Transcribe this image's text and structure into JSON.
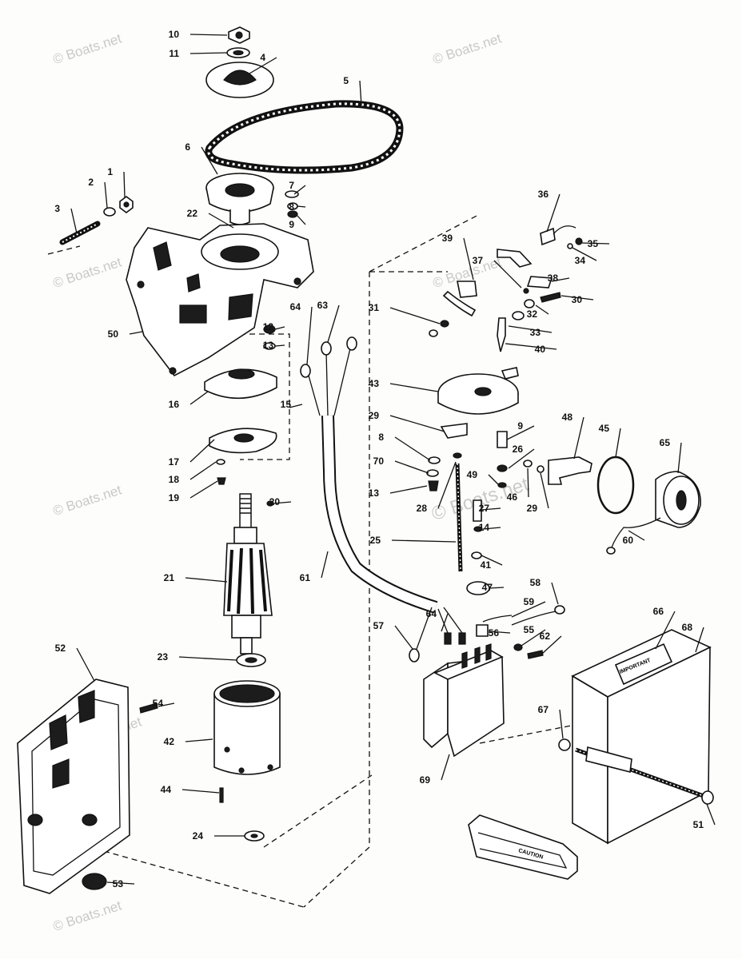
{
  "watermarks": [
    {
      "text": "© Boats.net",
      "size": 17
    },
    {
      "text": "© Boats.net",
      "size": 17
    },
    {
      "text": "© Boats.net",
      "size": 17
    },
    {
      "text": "© Boats.net",
      "size": 17
    },
    {
      "text": "© Boats.net",
      "size": 17
    },
    {
      "text": "© Boats.net",
      "size": 24
    },
    {
      "text": "© Boats.net",
      "size": 17
    },
    {
      "text": "© Boats.net",
      "size": 17
    },
    {
      "text": "© Boats.net",
      "size": 17
    }
  ],
  "callouts": [
    "10",
    "11",
    "4",
    "5",
    "6",
    "7",
    "8",
    "9",
    "1",
    "2",
    "3",
    "22",
    "50",
    "12",
    "13",
    "16",
    "15",
    "17",
    "18",
    "19",
    "20",
    "21",
    "23",
    "42",
    "44",
    "24",
    "52",
    "54",
    "53",
    "64",
    "63",
    "61",
    "36",
    "35",
    "34",
    "39",
    "37",
    "38",
    "30",
    "31",
    "32",
    "33",
    "40",
    "43",
    "29",
    "9",
    "8",
    "70",
    "13",
    "28",
    "26",
    "49",
    "46",
    "48",
    "45",
    "65",
    "29",
    "27",
    "14",
    "25",
    "41",
    "47",
    "60",
    "58",
    "59",
    "56",
    "55",
    "62",
    "64",
    "57",
    "69",
    "66",
    "68",
    "67",
    "51"
  ],
  "sticker_text": {
    "label_69": "IMPORTANT",
    "label_51": "CAUTION"
  }
}
